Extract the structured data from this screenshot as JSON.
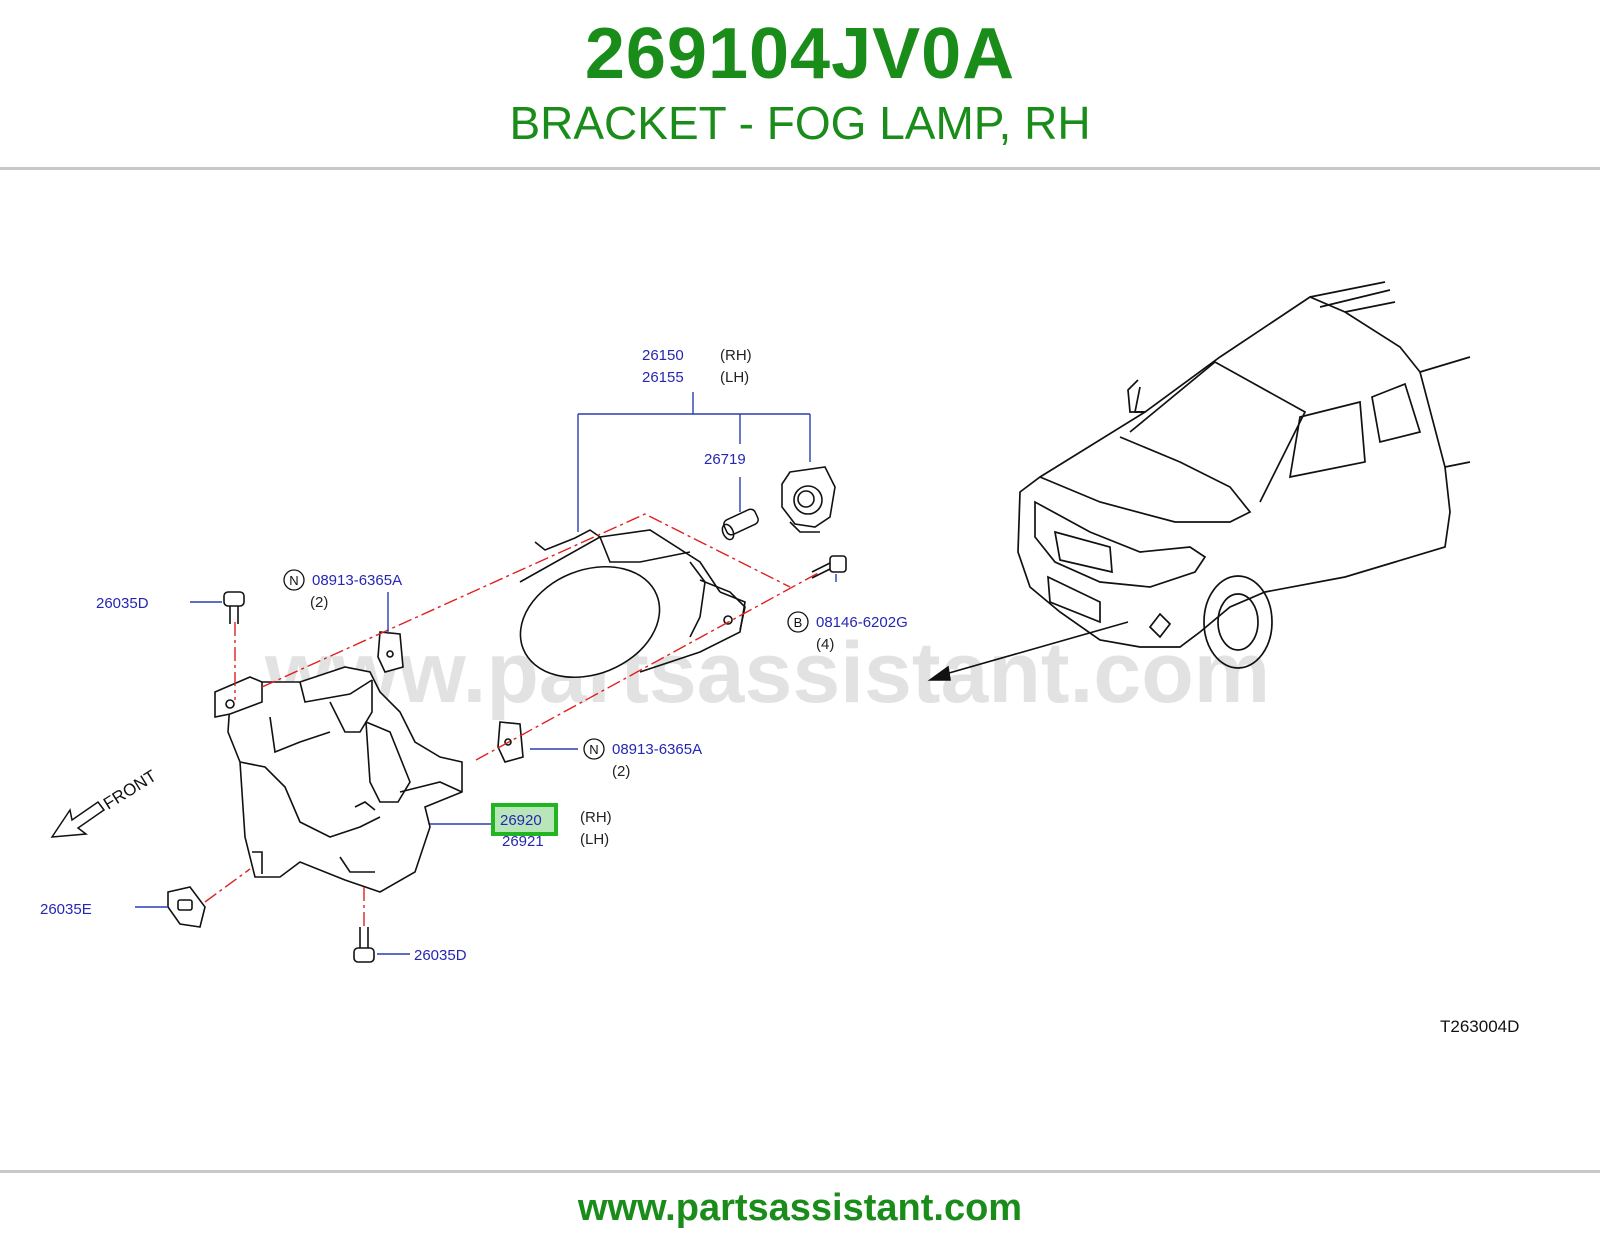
{
  "header": {
    "part_number": "269104JV0A",
    "description": "BRACKET - FOG LAMP, RH"
  },
  "diagram": {
    "watermark": "www.partsassistant.com",
    "code": "T263004D",
    "front_label": "FRONT",
    "labels": {
      "lamp_rh": "26150",
      "lamp_rh_side": "(RH)",
      "lamp_lh": "26155",
      "lamp_lh_side": "(LH)",
      "bulb": "26719",
      "bolt_top_left": "26035D",
      "nut_top": "08913-6365A",
      "nut_top_letter": "N",
      "nut_top_qty": "(2)",
      "bolt_right": "08146-6202G",
      "bolt_right_letter": "B",
      "bolt_right_qty": "(4)",
      "nut_mid": "08913-6365A",
      "nut_mid_letter": "N",
      "nut_mid_qty": "(2)",
      "bracket_rh": "26920",
      "bracket_rh_side": "(RH)",
      "bracket_lh": "26921",
      "bracket_lh_side": "(LH)",
      "clip": "26035E",
      "bolt_bottom": "26035D"
    },
    "colors": {
      "title_green": "#1a8c1a",
      "label_blue": "#2626b5",
      "leader_blue": "#2a3fb0",
      "highlight_green": "#22b522",
      "dash_red": "#e02020"
    }
  },
  "footer": {
    "url": "www.partsassistant.com"
  }
}
